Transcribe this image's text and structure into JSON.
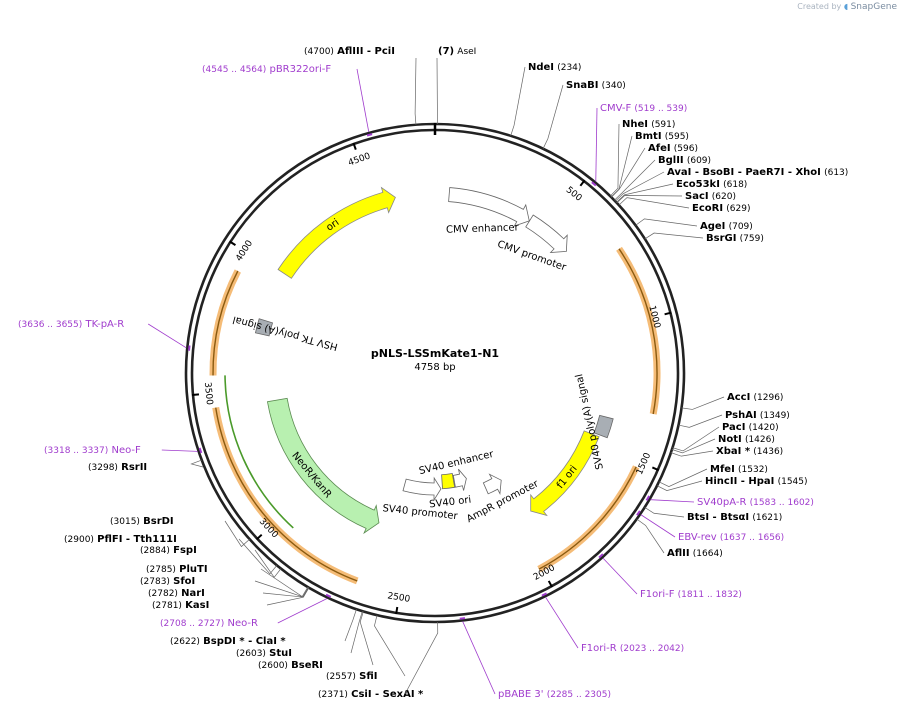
{
  "app": {
    "created_by": "Created by",
    "brand": "SnapGene"
  },
  "plasmid": {
    "name": "pNLS-LSSmKate1-N1",
    "size": "4758 bp",
    "length": 4758
  },
  "colors": {
    "backbone": "#222222",
    "primer": "#a03ccd",
    "ori": "#ffff00",
    "orf_arrow": "#b8f0b0",
    "promoter": "#ffffff",
    "polyA": "#a8aeb4",
    "highlight": "#f2a64a",
    "site_line": "#666666"
  },
  "ticks": [
    {
      "label": "500",
      "bp": 500
    },
    {
      "label": "1000",
      "bp": 1000
    },
    {
      "label": "1500",
      "bp": 1500
    },
    {
      "label": "2000",
      "bp": 2000
    },
    {
      "label": "2500",
      "bp": 2500
    },
    {
      "label": "3000",
      "bp": 3000
    },
    {
      "label": "3500",
      "bp": 3500
    },
    {
      "label": "4000",
      "bp": 4000
    },
    {
      "label": "4500",
      "bp": 4500
    }
  ],
  "features": [
    {
      "name": "CMV enhancer",
      "type": "promoter",
      "start": 60,
      "end": 420
    },
    {
      "name": "CMV promoter",
      "type": "promoter",
      "start": 421,
      "end": 624
    },
    {
      "name": "SV40 ori",
      "type": "ori_small",
      "start": 2250,
      "end": 2330
    },
    {
      "name": "SV40 enhancer",
      "type": "promoter_rev",
      "start": 2160,
      "end": 2245
    },
    {
      "name": "SV40 promoter",
      "type": "promoter_rev",
      "start": 2340,
      "end": 2580
    },
    {
      "name": "AmpR promoter",
      "type": "promoter_rev",
      "start": 1960,
      "end": 2065
    },
    {
      "name": "f1 ori",
      "type": "ori",
      "start": 1470,
      "end": 1920
    },
    {
      "name": "SV40 poly(A) signal",
      "type": "polyA",
      "start": 1380,
      "end": 1462
    },
    {
      "name": "NeoR/KanR",
      "type": "orf_rev",
      "start": 2650,
      "end": 3440
    },
    {
      "name": "HSV TK poly(A) signal",
      "type": "polyA",
      "start": 3735,
      "end": 3795
    },
    {
      "name": "ori",
      "type": "ori",
      "start": 4010,
      "end": 4590
    }
  ],
  "sites_right": [
    {
      "enzyme": "NdeI",
      "pos": "(234)",
      "bp": 234
    },
    {
      "enzyme": "SnaBI",
      "pos": "(340)",
      "bp": 340
    },
    {
      "enzyme": "NheI",
      "pos": "(591)",
      "bp": 591
    },
    {
      "enzyme": "BmtI",
      "pos": "(595)",
      "bp": 595
    },
    {
      "enzyme": "AfeI",
      "pos": "(596)",
      "bp": 596
    },
    {
      "enzyme": "BglII",
      "pos": "(609)",
      "bp": 609
    },
    {
      "enzyme": "AvaI  - BsoBI  - PaeR7I  - XhoI",
      "pos": "(613)",
      "bp": 613
    },
    {
      "enzyme": "Eco53kI",
      "pos": "(618)",
      "bp": 618
    },
    {
      "enzyme": "SacI",
      "pos": "(620)",
      "bp": 620
    },
    {
      "enzyme": "EcoRI",
      "pos": "(629)",
      "bp": 629
    },
    {
      "enzyme": "AgeI",
      "pos": "(709)",
      "bp": 709
    },
    {
      "enzyme": "BsrGI",
      "pos": "(759)",
      "bp": 759
    },
    {
      "enzyme": "AccI",
      "pos": "(1296)",
      "bp": 1296
    },
    {
      "enzyme": "PshAI",
      "pos": "(1349)",
      "bp": 1349
    },
    {
      "enzyme": "PacI",
      "pos": "(1420)",
      "bp": 1420
    },
    {
      "enzyme": "NotI",
      "pos": "(1426)",
      "bp": 1426
    },
    {
      "enzyme": "XbaI *",
      "pos": "(1436)",
      "bp": 1436
    },
    {
      "enzyme": "MfeI",
      "pos": "(1532)",
      "bp": 1532
    },
    {
      "enzyme": "HincII  - HpaI",
      "pos": "(1545)",
      "bp": 1545
    },
    {
      "enzyme": "BtsI  - BtsαI",
      "pos": "(1621)",
      "bp": 1621
    },
    {
      "enzyme": "AflII",
      "pos": "(1664)",
      "bp": 1664
    }
  ],
  "sites_top": [
    {
      "enzyme": "AflIII  - PciI",
      "pos": "(4700)",
      "bp": 4700
    },
    {
      "enzyme": "AseI",
      "pos": "(7)",
      "bp": 7
    }
  ],
  "sites_left": [
    {
      "enzyme": "RsrII",
      "pos": "(3298)",
      "bp": 3298
    },
    {
      "enzyme": "BsrDI",
      "pos": "(3015)",
      "bp": 3015
    },
    {
      "enzyme": "PflFI  - Tth111I",
      "pos": "(2900)",
      "bp": 2900
    },
    {
      "enzyme": "FspI",
      "pos": "(2884)",
      "bp": 2884
    },
    {
      "enzyme": "PluTI",
      "pos": "(2785)",
      "bp": 2785
    },
    {
      "enzyme": "SfoI",
      "pos": "(2783)",
      "bp": 2783
    },
    {
      "enzyme": "NarI",
      "pos": "(2782)",
      "bp": 2782
    },
    {
      "enzyme": "KasI",
      "pos": "(2781)",
      "bp": 2781
    },
    {
      "enzyme": "BspDI *  - ClaI *",
      "pos": "(2622)",
      "bp": 2622
    },
    {
      "enzyme": "StuI",
      "pos": "(2603)",
      "bp": 2603
    },
    {
      "enzyme": "BseRI",
      "pos": "(2600)",
      "bp": 2600
    },
    {
      "enzyme": "SfiI",
      "pos": "(2557)",
      "bp": 2557
    },
    {
      "enzyme": "CsiI  - SexAI *",
      "pos": "(2371)",
      "bp": 2371
    }
  ],
  "primers": [
    {
      "name": "pBR322ori-F",
      "range": "(4545 .. 4564)",
      "bp": 4555
    },
    {
      "name": "CMV-F",
      "range": "(519 .. 539)",
      "bp": 529
    },
    {
      "name": "SV40pA-R",
      "range": "(1583 .. 1602)",
      "bp": 1592
    },
    {
      "name": "EBV-rev",
      "range": "(1637 .. 1656)",
      "bp": 1646
    },
    {
      "name": "F1ori-F",
      "range": "(1811 .. 1832)",
      "bp": 1821
    },
    {
      "name": "F1ori-R",
      "range": "(2023 .. 2042)",
      "bp": 2032
    },
    {
      "name": "pBABE 3'",
      "range": "(2285 .. 2305)",
      "bp": 2295
    },
    {
      "name": "Neo-R",
      "range": "(2708 .. 2727)",
      "bp": 2717
    },
    {
      "name": "Neo-F",
      "range": "(3318 .. 3337)",
      "bp": 3327
    },
    {
      "name": "TK-pA-R",
      "range": "(3636 .. 3655)",
      "bp": 3645
    }
  ]
}
